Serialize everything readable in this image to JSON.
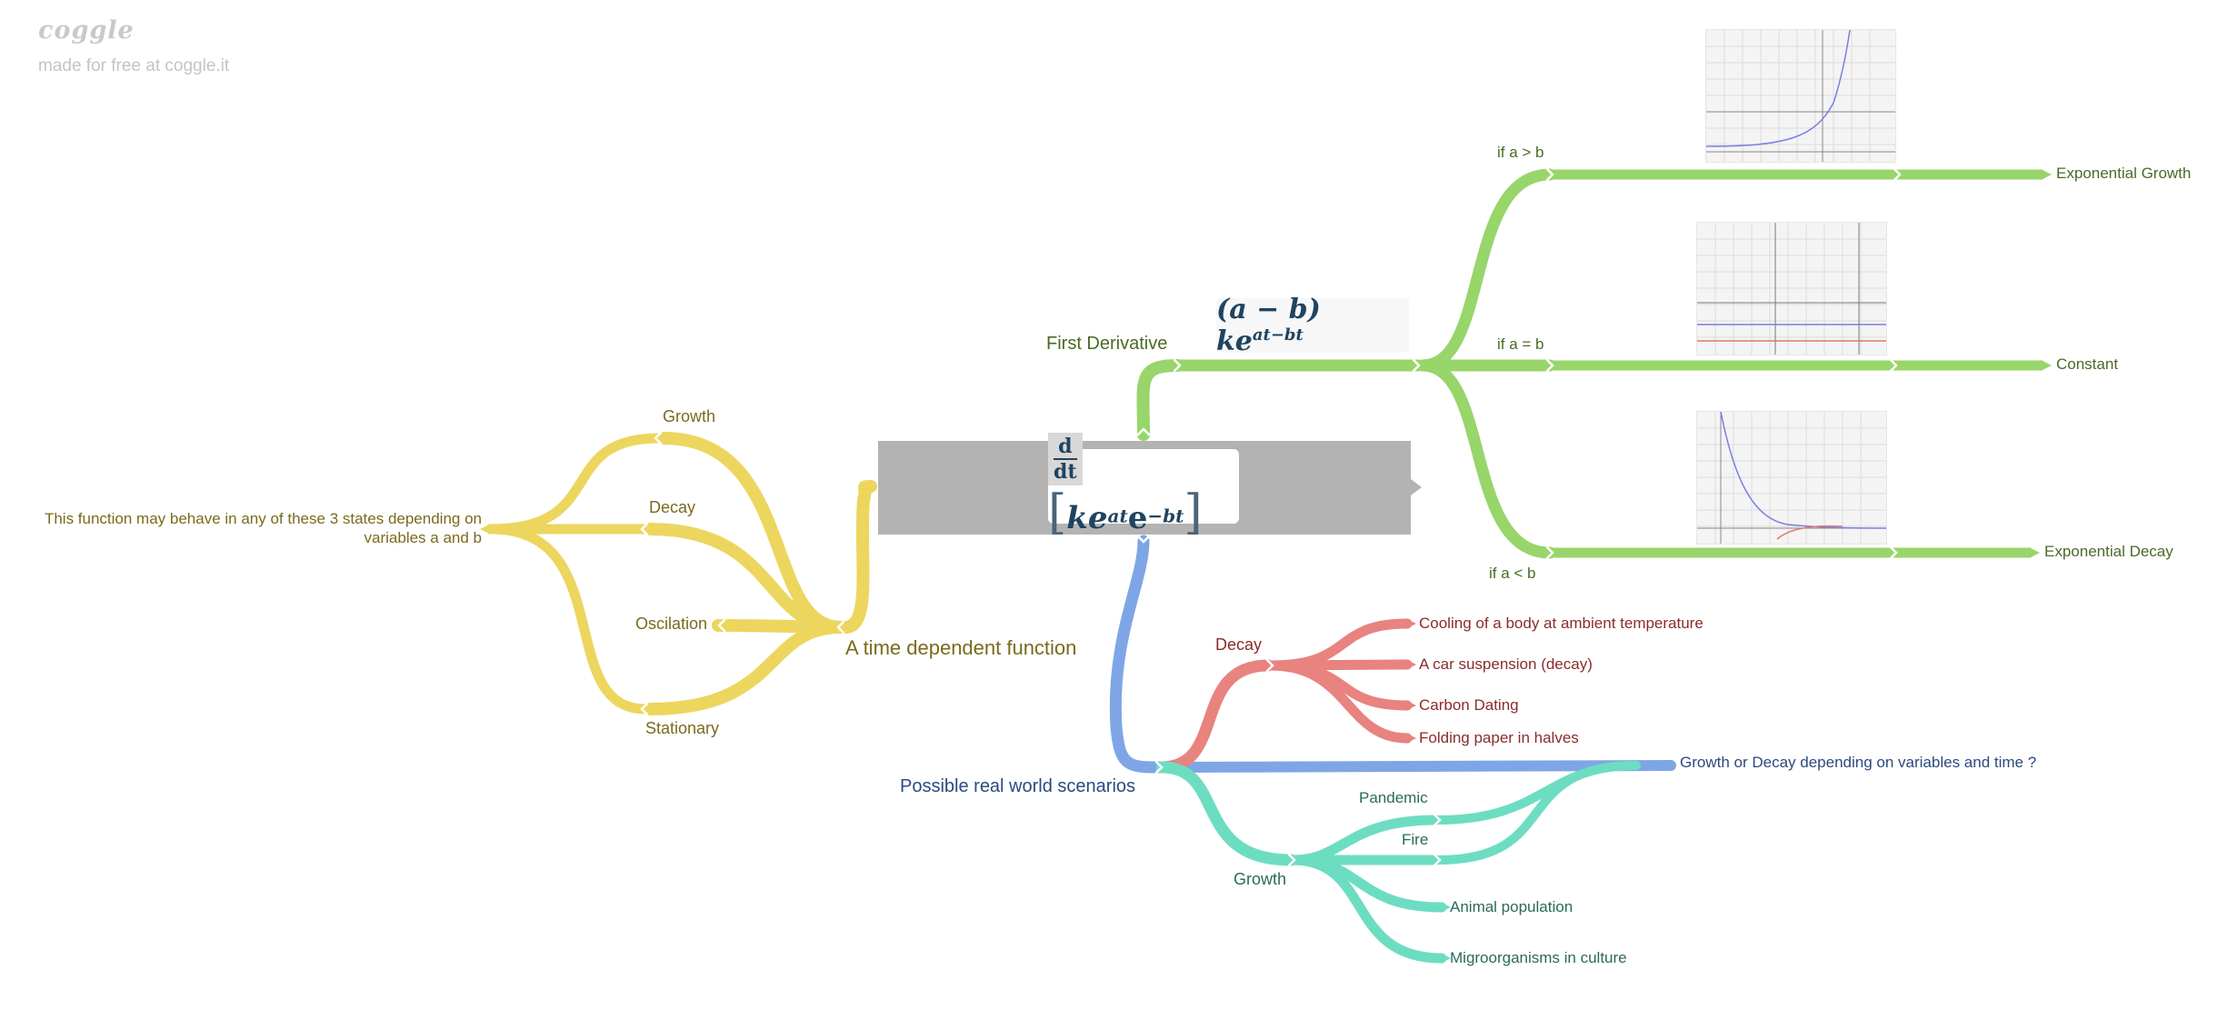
{
  "brand": {
    "logo_text": "coggle",
    "tagline": "made for free at coggle.it"
  },
  "root": {
    "formula_d": "d",
    "formula_dt": "dt",
    "formula_open": "[",
    "formula_body": "ke",
    "formula_sup1": "at",
    "formula_e": "e",
    "formula_sup2": "−bt",
    "formula_close": "]"
  },
  "left_branch": {
    "title": "A time dependent function",
    "children": [
      "Growth",
      "Decay",
      "Oscilation",
      "Stationary"
    ],
    "note": {
      "line1": "This function may behave in any of these 3 states depending on",
      "line2": "variables a and b"
    }
  },
  "derivative_branch": {
    "title": "First Derivative",
    "formula_main": "(a − b) ke",
    "formula_sup": "at−bt",
    "cases": [
      {
        "condition": "if a > b",
        "result": "Exponential Growth"
      },
      {
        "condition": "if a = b",
        "result": "Constant"
      },
      {
        "condition": "if a < b",
        "result": "Exponential Decay"
      }
    ]
  },
  "scenarios_branch": {
    "title": "Possible real world scenarios",
    "decay": {
      "title": "Decay",
      "items": [
        "Cooling of a body at ambient temperature",
        "A car suspension (decay)",
        "Carbon Dating",
        "Folding paper in halves"
      ]
    },
    "mixed": "Growth or Decay depending on variables and time ?",
    "growth": {
      "title": "Growth",
      "items": [
        "Pandemic",
        "Fire",
        "Animal population",
        "Migroorganisms in culture"
      ]
    }
  },
  "colors": {
    "yellow": "#ecd65e",
    "yellow_text": "#7a6a1c",
    "green": "#98d56a",
    "green_text": "#4a6a25",
    "blue": "#7ea6e6",
    "blue_text": "#2c4a80",
    "red": "#e8837f",
    "red_text": "#8c2b2b",
    "teal": "#6dddc2",
    "teal_text": "#2a6a5a",
    "root_gray": "#b3b3b3"
  }
}
